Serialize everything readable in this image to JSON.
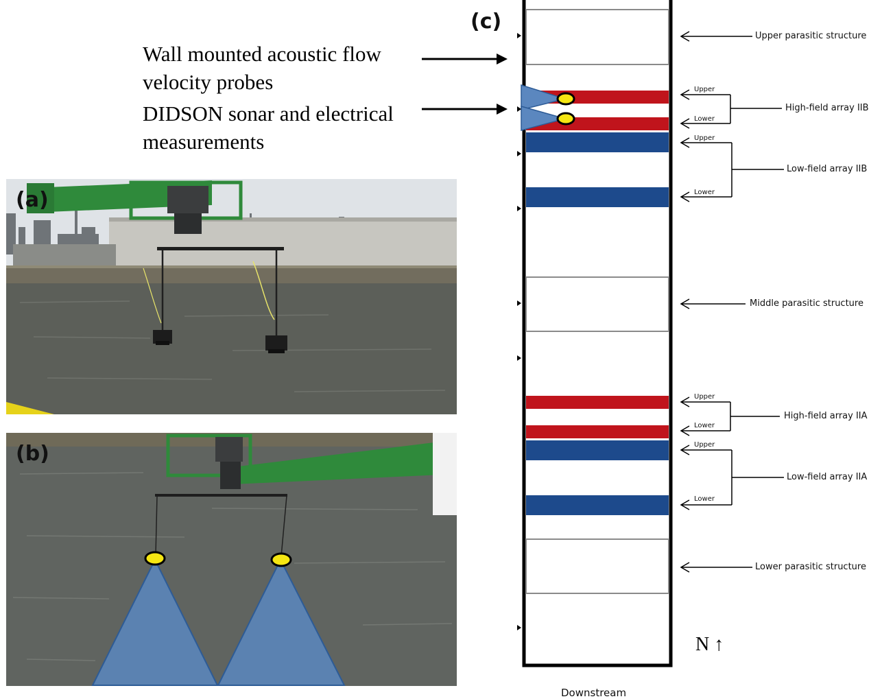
{
  "labels": {
    "panel_a": "(a)",
    "panel_b": "(b)",
    "panel_c": "(c)",
    "wall_probes_line1": "Wall mounted acoustic flow",
    "wall_probes_line2": "velocity probes",
    "didson_line1": "DIDSON sonar and electrical",
    "didson_line2": "measurements",
    "upper_parasitic": "Upper parasitic structure",
    "high_field_iib": "High-field array IIB",
    "low_field_iib": "Low-field array IIB",
    "middle_parasitic": "Middle parasitic structure",
    "high_field_iia": "High-field array IIA",
    "low_field_iia": "Low-field array IIA",
    "lower_parasitic": "Lower parasitic structure",
    "upper": "Upper",
    "lower": "Lower",
    "north": "N ↑",
    "downstream": "Downstream"
  },
  "colors": {
    "high_field_red": "#c0141c",
    "low_field_blue": "#1d4a8c",
    "sonar_beam": "#5b87bf",
    "sensor_yellow": "#f5e612",
    "crane_green": "#2f8a3b",
    "water": "#5e625c",
    "sky": "#e2e6ea"
  },
  "icons": {
    "sensor": "yellow-ellipse",
    "pointer": "arrow-left",
    "north": "arrow-up"
  }
}
